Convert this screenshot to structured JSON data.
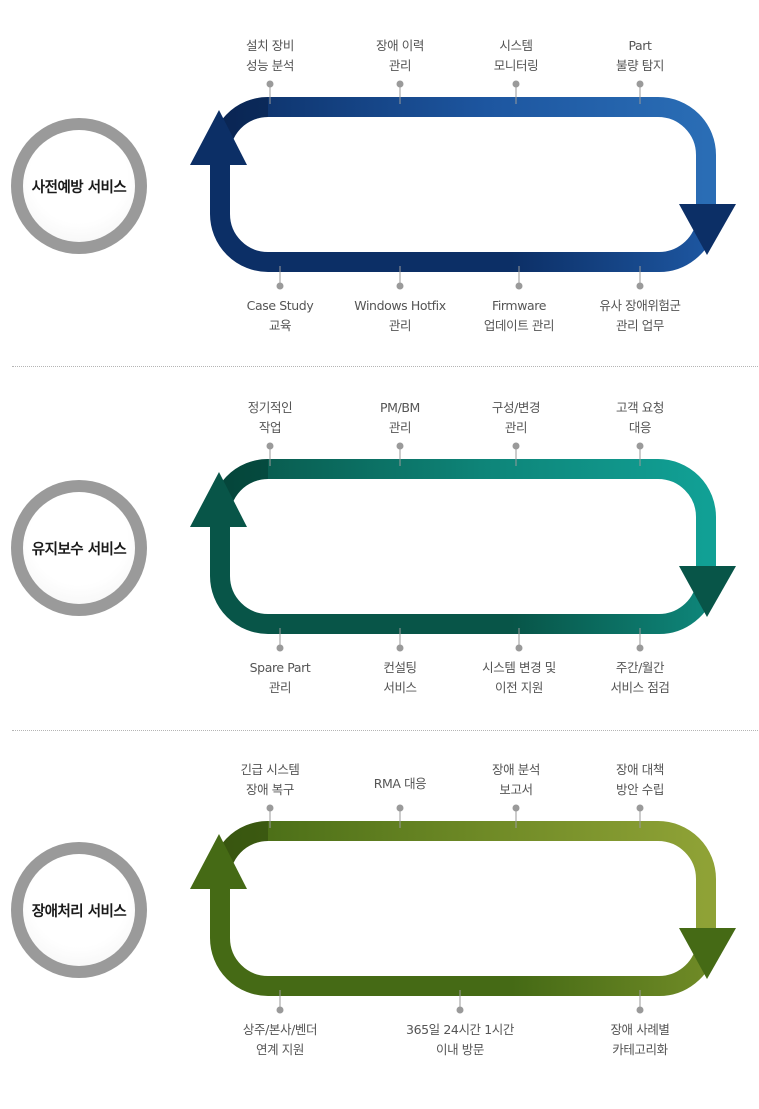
{
  "sections": [
    {
      "title": "사전예방 서비스",
      "colors": {
        "light": "#2a6db5",
        "mid": "#1d56a0",
        "dark": "#0c2f66",
        "shadow": "#061a3d"
      },
      "top_items": [
        {
          "line1": "설치 장비",
          "line2": "성능 분석"
        },
        {
          "line1": "장애 이력",
          "line2": "관리"
        },
        {
          "line1": "시스템",
          "line2": "모니터링"
        },
        {
          "line1": "Part",
          "line2": "불량 탐지"
        }
      ],
      "bottom_items": [
        {
          "line1": "Case Study",
          "line2": "교육"
        },
        {
          "line1": "Windows Hotfix",
          "line2": "관리"
        },
        {
          "line1": "Firmware",
          "line2": "업데이트 관리"
        },
        {
          "line1": "유사 장애위험군",
          "line2": "관리 업무"
        }
      ]
    },
    {
      "title": "유지보수 서비스",
      "colors": {
        "light": "#11a095",
        "mid": "#0e8579",
        "dark": "#085548",
        "shadow": "#03332b"
      },
      "top_items": [
        {
          "line1": "정기적인",
          "line2": "작업"
        },
        {
          "line1": "PM/BM",
          "line2": "관리"
        },
        {
          "line1": "구성/변경",
          "line2": "관리"
        },
        {
          "line1": "고객 요청",
          "line2": "대응"
        }
      ],
      "bottom_items": [
        {
          "line1": "Spare Part",
          "line2": "관리"
        },
        {
          "line1": "컨설팅",
          "line2": "서비스"
        },
        {
          "line1": "시스템 변경 및",
          "line2": "이전 지원"
        },
        {
          "line1": "주간/월간",
          "line2": "서비스 점검"
        }
      ]
    },
    {
      "title": "장애처리 서비스",
      "colors": {
        "light": "#8fa236",
        "mid": "#6f8a26",
        "dark": "#456a15",
        "shadow": "#283f08"
      },
      "top_items": [
        {
          "line1": "긴급 시스템",
          "line2": "장애 복구"
        },
        {
          "line1": "RMA 대응",
          "line2": ""
        },
        {
          "line1": "장애 분석",
          "line2": "보고서"
        },
        {
          "line1": "장애 대책",
          "line2": "방안 수립"
        }
      ],
      "bottom_items": [
        {
          "line1": "상주/본사/벤더",
          "line2": "연계 지원"
        },
        {
          "line1": "365일 24시간 1시간",
          "line2": "이내 방문"
        },
        {
          "line1": "장애 사례별",
          "line2": "카테고리화"
        }
      ]
    }
  ]
}
